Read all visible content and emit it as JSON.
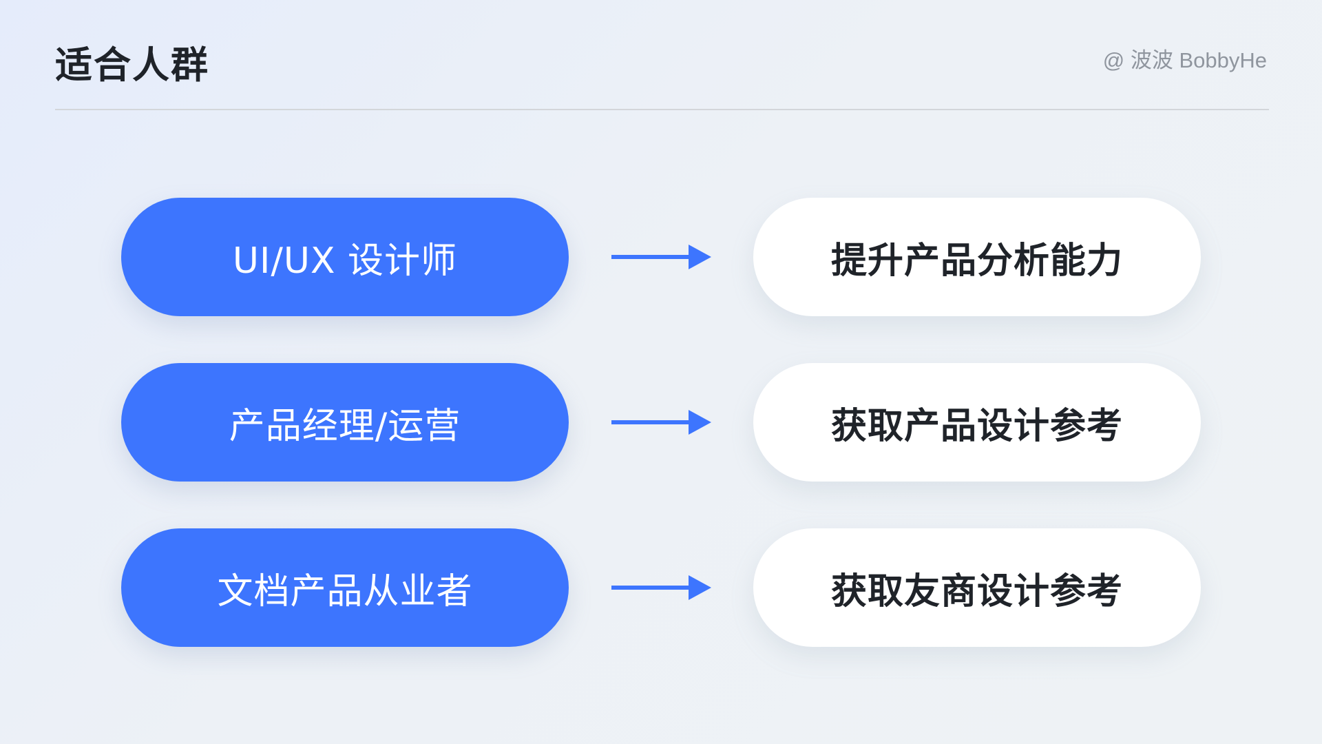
{
  "header": {
    "title": "适合人群",
    "author": "@ 波波 BobbyHe"
  },
  "colors": {
    "accent": "#3d75fe",
    "title_text": "#1f2329",
    "muted_text": "#8f959e",
    "card_bg": "#ffffff"
  },
  "rows": [
    {
      "audience": "UI/UX 设计师",
      "benefit": "提升产品分析能力"
    },
    {
      "audience": "产品经理/运营",
      "benefit": "获取产品设计参考"
    },
    {
      "audience": "文档产品从业者",
      "benefit": "获取友商设计参考"
    }
  ]
}
